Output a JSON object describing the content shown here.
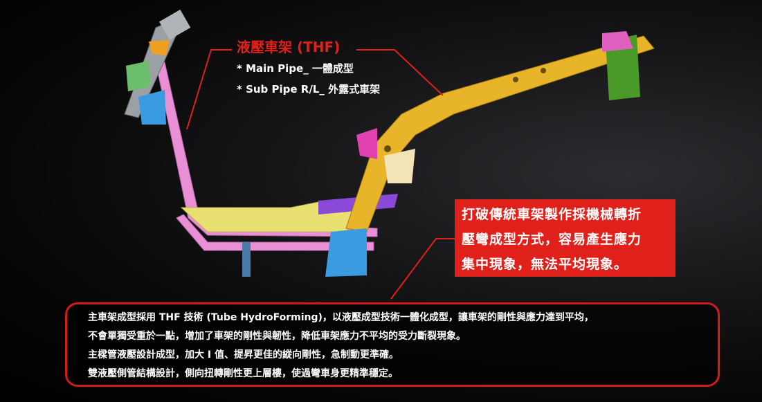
{
  "callout": {
    "title": "液壓車架 (THF)",
    "items": [
      "* Main Pipe_ 一體成型",
      "* Sub Pipe R/L_ 外露式車架"
    ]
  },
  "warning_box": {
    "lines": [
      "打破傳統車架製作採機械轉折",
      "壓彎成型方式，容易產生應力",
      "集中現象，無法平均現象。"
    ]
  },
  "info_box": {
    "lines": [
      "主車架成型採用 THF 技術 (Tube HydroForming)，以液壓成型技術一體化成型，讓車架的剛性與應力達到平均，",
      "不會單獨受重於一點，增加了車架的剛性與韌性，降低車架應力不平均的受力斷裂現象。",
      "主樑管液壓設計成型，加大 I 值、提昇更佳的縱向剛性，急制動更準確。",
      "雙液壓側管結構設計，側向扭轉剛性更上層樓，使過彎車身更精準穩定。"
    ]
  },
  "colors": {
    "accent_red": "#e0201b",
    "main_pipe": "#e8b52a",
    "sub_pipe": "#e98fd6",
    "bracket": "#3a9be0"
  }
}
